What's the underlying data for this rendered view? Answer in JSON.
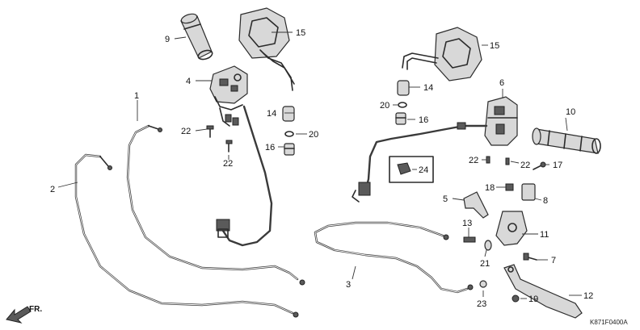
{
  "callouts": {
    "c1": "1",
    "c2": "2",
    "c3": "3",
    "c4": "4",
    "c5": "5",
    "c6": "6",
    "c7": "7",
    "c8": "8",
    "c9": "9",
    "c10": "10",
    "c11": "11",
    "c12": "12",
    "c13": "13",
    "c14a": "14",
    "c14b": "14",
    "c15a": "15",
    "c15b": "15",
    "c16a": "16",
    "c16b": "16",
    "c17": "17",
    "c18": "18",
    "c19": "19",
    "c20a": "20",
    "c20b": "20",
    "c21": "21",
    "c22a": "22",
    "c22b": "22",
    "c22c": "22",
    "c22d": "22",
    "c23": "23",
    "c24": "24"
  },
  "direction_label": "FR.",
  "diagram_code": "K871F0400A"
}
